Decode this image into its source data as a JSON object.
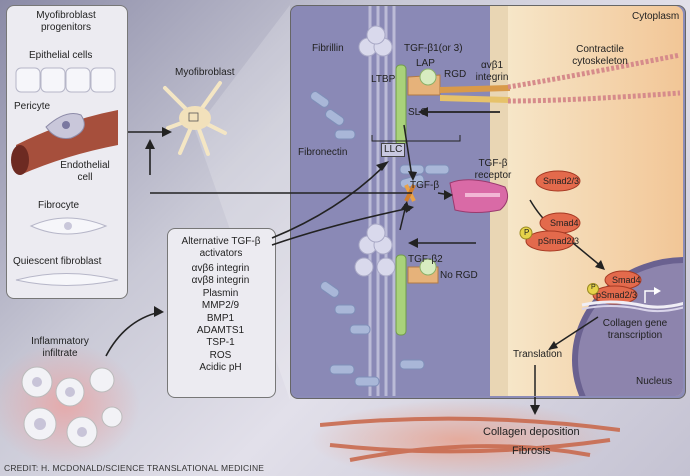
{
  "left_panel": {
    "title": "Myofibroblast progenitors",
    "epithelial": "Epithelial cells",
    "pericyte": "Pericyte",
    "endothelial": "Endothelial cell",
    "fibrocyte": "Fibrocyte",
    "quiescent": "Quiescent fibroblast"
  },
  "myofibroblast": "Myofibroblast",
  "inflammatory": "Inflammatory infiltrate",
  "activators": {
    "title": "Alternative TGF-β activators",
    "items": [
      "αvβ6 integrin",
      "αvβ8 integrin",
      "Plasmin",
      "MMP2/9",
      "BMP1",
      "ADAMTS1",
      "TSP-1",
      "ROS",
      "Acidic pH"
    ]
  },
  "detail": {
    "cytoplasm": "Cytoplasm",
    "fibrillin": "Fibrillin",
    "tgfb1": "TGF-β1(or 3)",
    "ltbp": "LTBP",
    "lap": "LAP",
    "rgd": "RGD",
    "integrin": "αvβ1 integrin",
    "contractile": "Contractile cytoskeleton",
    "slc": "SLC",
    "llc": "LLC",
    "fibronectin": "Fibronectin",
    "tgfb": "TGF-β",
    "receptor": "TGF-β receptor",
    "smad23": "Smad2/3",
    "smad4": "Smad4",
    "psmad23": "pSmad2/3",
    "p": "P",
    "tgfb2": "TGF-β2",
    "norgd": "No RGD",
    "collagen_tx": "Collagen gene transcription",
    "translation": "Translation",
    "nucleus": "Nucleus"
  },
  "collagen_deposition": "Collagen deposition",
  "fibrosis": "Fibrosis",
  "credit": "CREDIT: H. MCDONALD/SCIENCE TRANSLATIONAL MEDICINE",
  "colors": {
    "panel": "#e8e8ef",
    "matrix": "#8c8cb8",
    "cytoplasm": "#f4d9b2",
    "nucleus": "#8c83ad",
    "smad": "#e36a4c",
    "ltbp": "#a9d27a"
  }
}
